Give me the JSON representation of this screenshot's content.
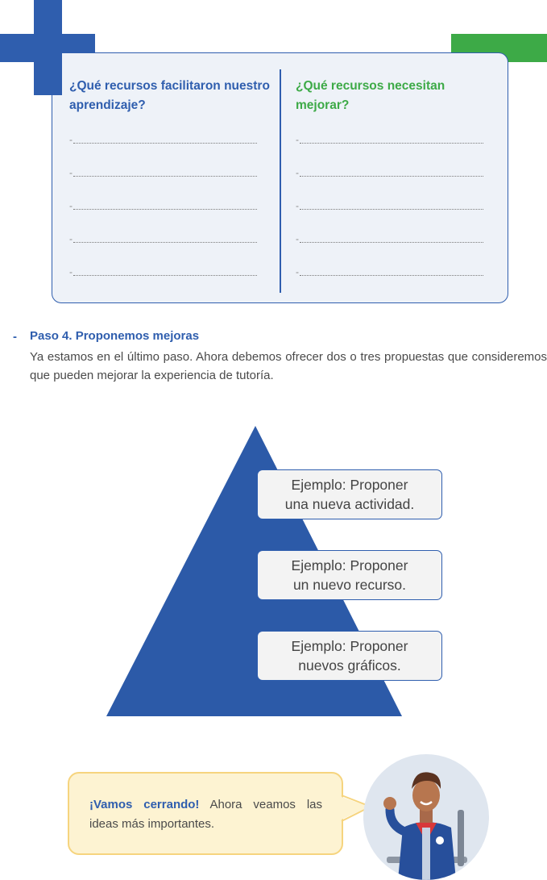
{
  "table": {
    "left_heading": "¿Qué recursos facilitaron nuestro aprendizaje?",
    "right_heading": "¿Qué recursos necesitan mejorar?",
    "line_prefix": "-",
    "left_lines": [
      "-",
      "-",
      "-",
      "-",
      "-"
    ],
    "right_lines": [
      "-",
      "-",
      "-",
      "-",
      "-"
    ]
  },
  "step": {
    "bullet": "-",
    "title": "Paso 4. Proponemos mejoras",
    "body": "Ya estamos en el último paso. Ahora debemos ofrecer dos o tres propuestas que consideremos que pueden mejorar la experiencia de tutoría."
  },
  "pyramid": {
    "items": [
      {
        "line1": "Ejemplo: Proponer",
        "line2": "una nueva actividad."
      },
      {
        "line1": "Ejemplo: Proponer",
        "line2": "un nuevo recurso."
      },
      {
        "line1": "Ejemplo: Proponer",
        "line2": "nuevos gráficos."
      }
    ]
  },
  "bubble": {
    "bold": "¡Vamos cerrando!",
    "rest": " Ahora veamos las ideas más importantes."
  },
  "colors": {
    "blue": "#2f5eae",
    "green": "#3daa47",
    "card_bg": "#eef2f8",
    "bubble_bg": "#fdf3d2",
    "bubble_border": "#f6d47e"
  },
  "icons": {
    "cross": "plus-cross-icon",
    "avatar": "student-avatar-illustration"
  }
}
